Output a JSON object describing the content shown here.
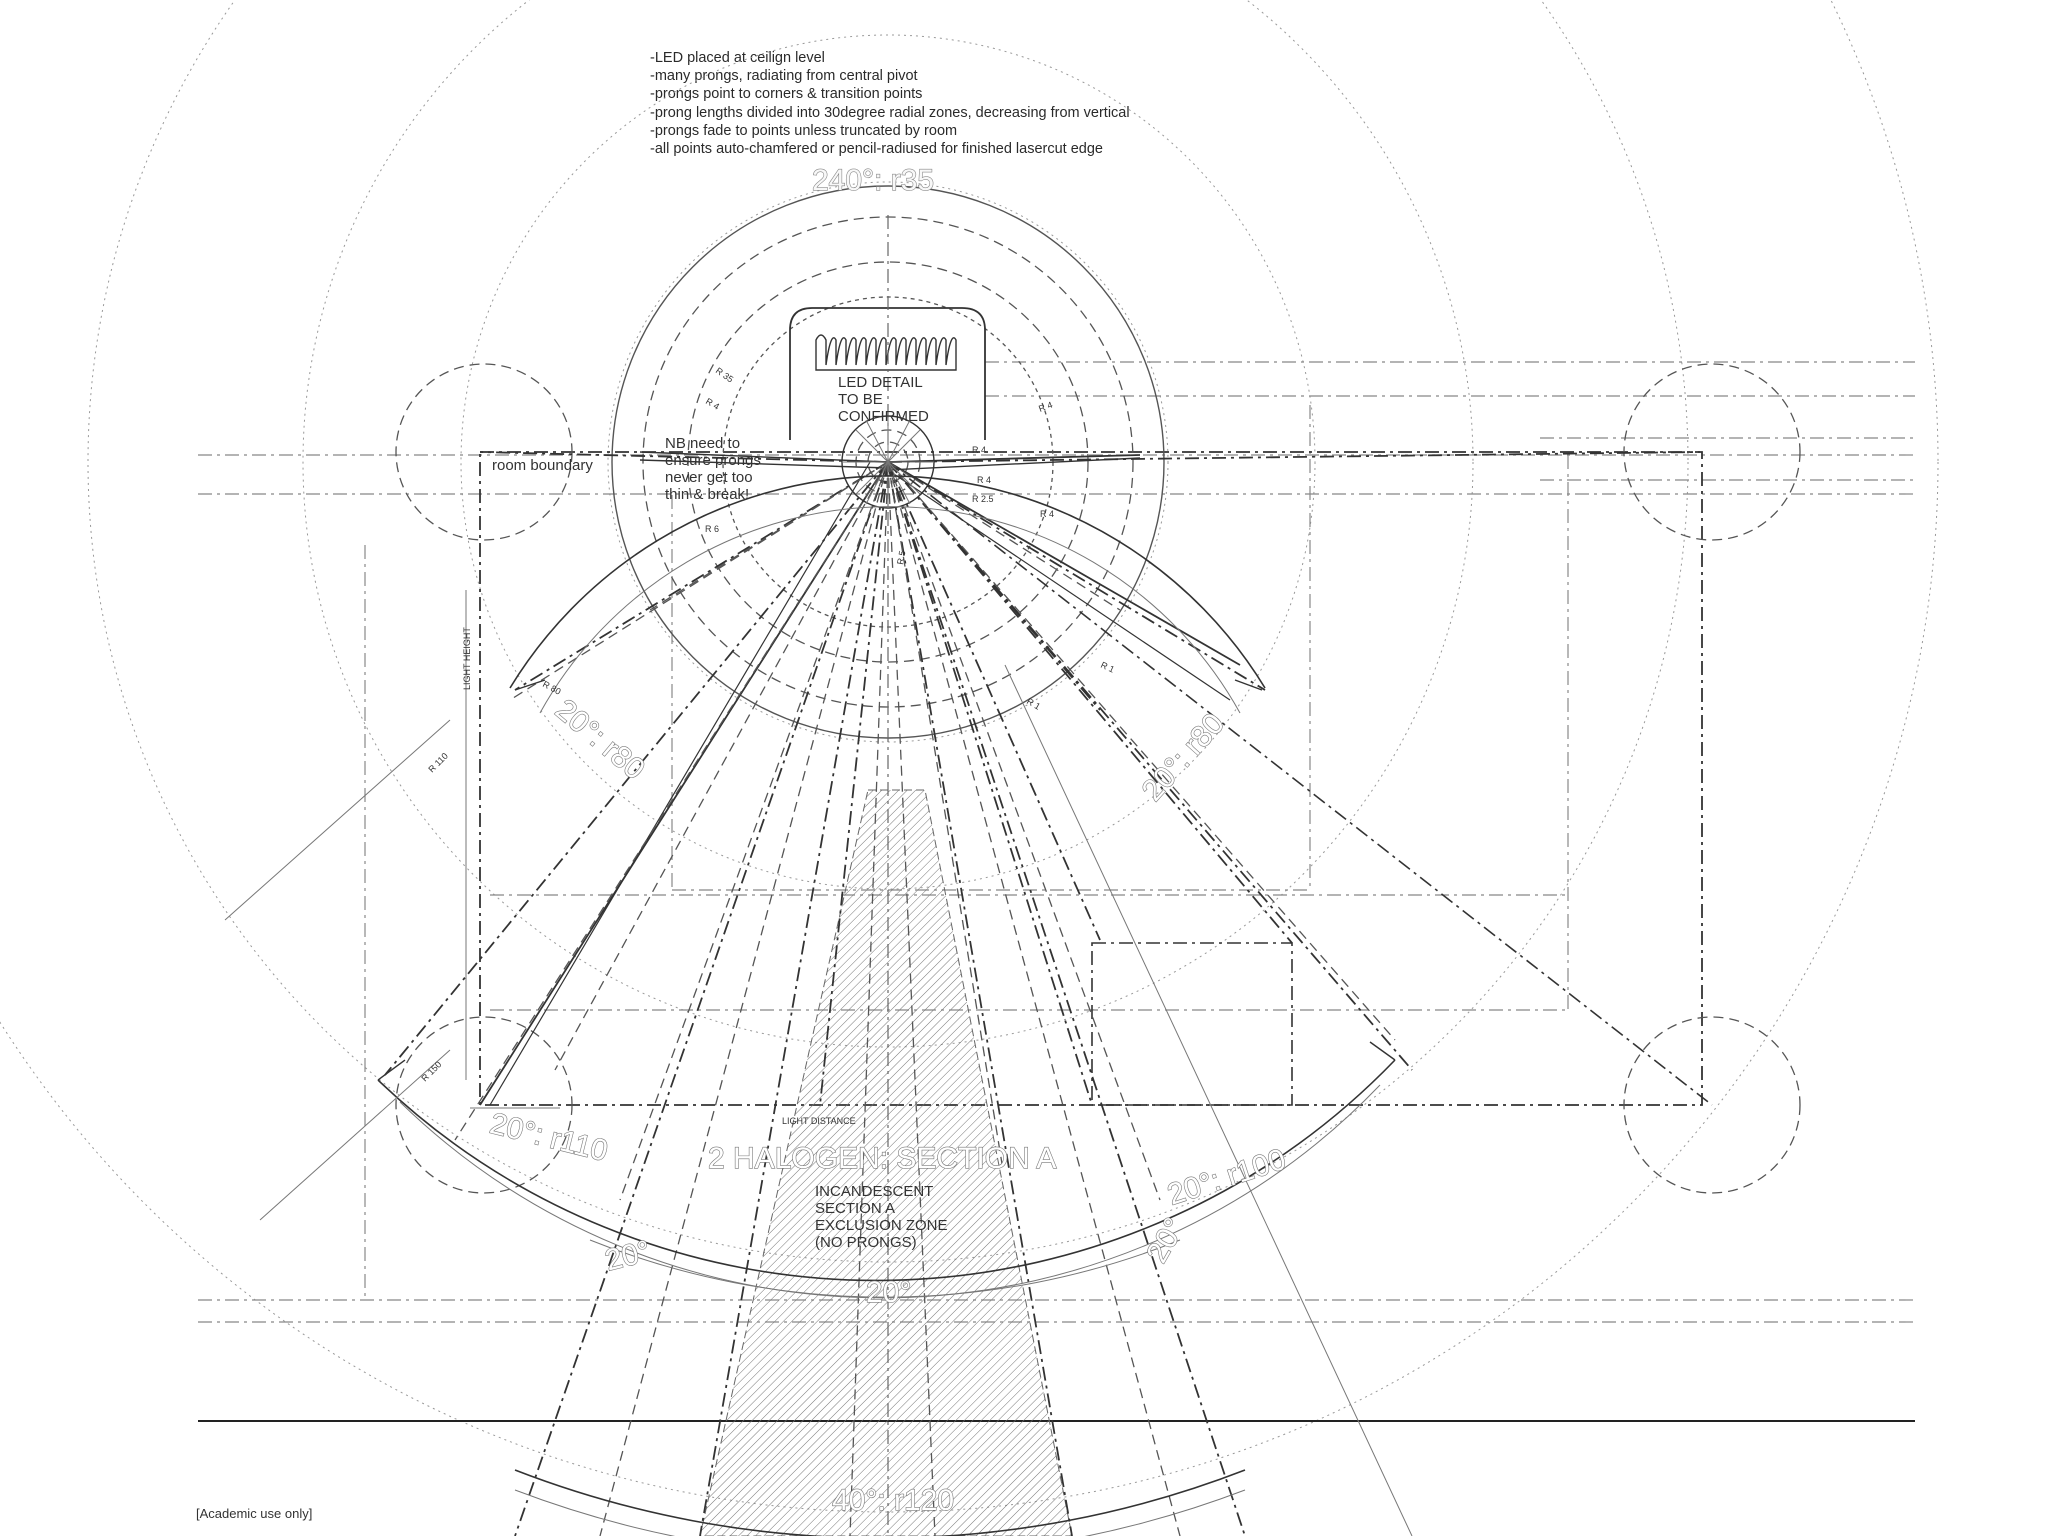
{
  "notes": [
    "-LED placed at ceilign level",
    "-many prongs, radiating from central pivot",
    "-prongs point to corners & transition points",
    "-prong lengths divided into 30degree radial zones, decreasing from vertical",
    "-prongs fade to points unless truncated by room",
    "-all points auto-chamfered or pencil-radiused for finished lasercut edge"
  ],
  "zones": {
    "top": "240°: r35",
    "left_upper": "20°: r80",
    "right_upper": "20°: r80",
    "left_lower": "20°: r110",
    "right_lower": "20°: r100",
    "bottom": "40°: r120",
    "angle_left": "20°",
    "angle_center": "20°",
    "angle_right": "20°"
  },
  "labels": {
    "led_detail": [
      "LED DETAIL",
      "TO BE",
      "CONFIRMED"
    ],
    "nb_note": [
      "NB need to",
      "ensure prongs",
      "never get too",
      "thin & break!"
    ],
    "room_boundary": "room boundary",
    "section_title": "2 HALOGEN: SECTION A",
    "exclusion": [
      "INCANDESCENT",
      "SECTION A",
      "EXCLUSION ZONE",
      "(NO PRONGS)"
    ],
    "light_height": "LIGHT HEIGHT",
    "light_distance": "LIGHT DISTANCE"
  },
  "radius_labels": {
    "r35": "R 35",
    "r4a": "R 4",
    "r4b": "R 4",
    "r4c": "R 4",
    "r4d": "R 4",
    "r4e": "R 4",
    "r6": "R 6",
    "r25": "R 2.5",
    "r5": "R 5",
    "r1a": "R 1",
    "r1b": "R 1",
    "r80": "R 80",
    "r110": "R 110",
    "r150": "R 150"
  },
  "footer": "[Academic use only]"
}
